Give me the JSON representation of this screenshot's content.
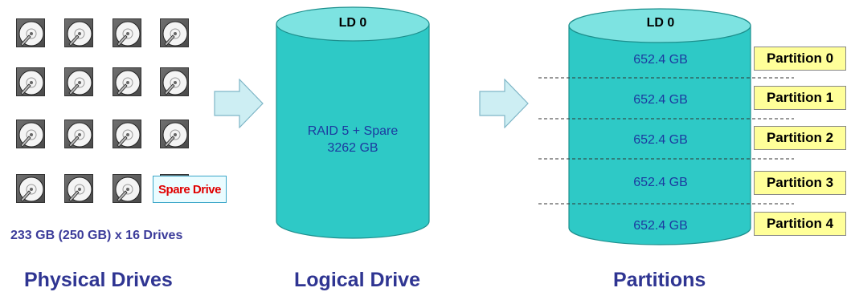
{
  "physical": {
    "capacity_text": "233 GB (250 GB) x 16 Drives",
    "spare_label": "Spare Drive",
    "title": "Physical Drives",
    "drive_count": 16
  },
  "logical": {
    "ld_label": "LD 0",
    "raid_text": "RAID 5 + Spare",
    "size_text": "3262 GB",
    "title": "Logical Drive"
  },
  "partitions": {
    "ld_label": "LD 0",
    "title": "Partitions",
    "items": [
      {
        "size": "652.4 GB",
        "label": "Partition 0"
      },
      {
        "size": "652.4 GB",
        "label": "Partition 1"
      },
      {
        "size": "652.4 GB",
        "label": "Partition 2"
      },
      {
        "size": "652.4 GB",
        "label": "Partition 3"
      },
      {
        "size": "652.4 GB",
        "label": "Partition 4"
      }
    ]
  },
  "colors": {
    "cylinder_fill": "#2ec9c6",
    "cylinder_top": "#7de3e1",
    "arrow_fill": "#cdeef3",
    "title_text": "#2f3592",
    "partition_box": "#ffff99",
    "spare_text": "#e00000"
  }
}
